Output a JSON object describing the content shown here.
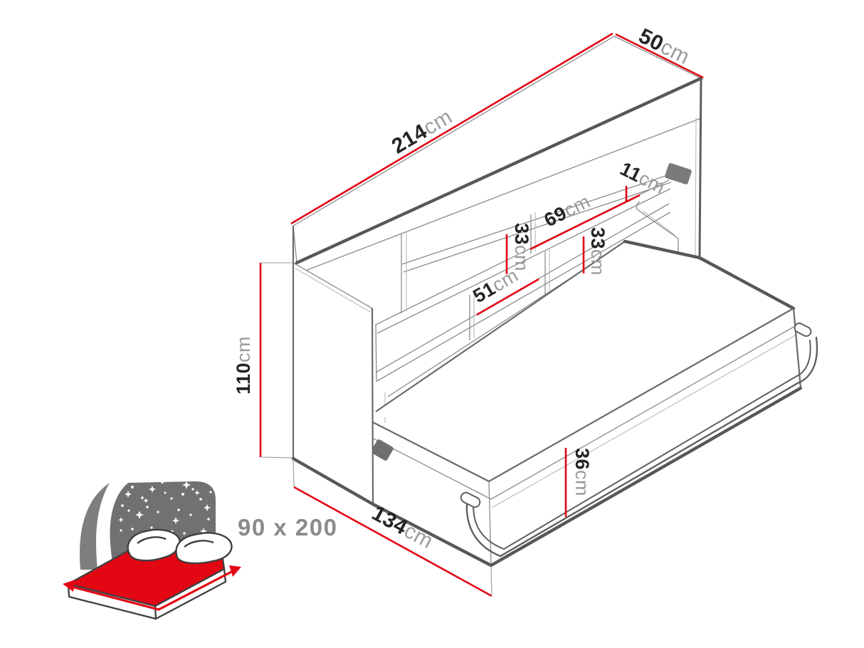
{
  "page": {
    "title": "Horizontal wall bed with shelf — dimension diagram"
  },
  "dims": [
    {
      "name": "cabinet-length",
      "value": "214",
      "unit": "cm"
    },
    {
      "name": "cabinet-depth",
      "value": "50",
      "unit": "cm"
    },
    {
      "name": "cabinet-height",
      "value": "110",
      "unit": "cm"
    },
    {
      "name": "top-shelf-gap",
      "value": "11",
      "unit": "cm"
    },
    {
      "name": "middle-shelf-width",
      "value": "69",
      "unit": "cm"
    },
    {
      "name": "left-shelf-height",
      "value": "33",
      "unit": "cm"
    },
    {
      "name": "right-shelf-height",
      "value": "33",
      "unit": "cm"
    },
    {
      "name": "lower-shelf-width",
      "value": "51",
      "unit": "cm"
    },
    {
      "name": "bed-frame-height",
      "value": "36",
      "unit": "cm"
    },
    {
      "name": "bed-extension-depth",
      "value": "134",
      "unit": "cm"
    }
  ],
  "badge": {
    "label": "90 x 200"
  },
  "colors": {
    "dimension_red": "#e30613",
    "line_gray": "#8b8b8b",
    "edge_dark": "#575757",
    "label_number": "#242424",
    "label_unit": "#9c9c9c",
    "badge_text": "#8b8b8b",
    "icon_banner_gray": "#717171",
    "icon_mattress_red": "#e30613"
  }
}
